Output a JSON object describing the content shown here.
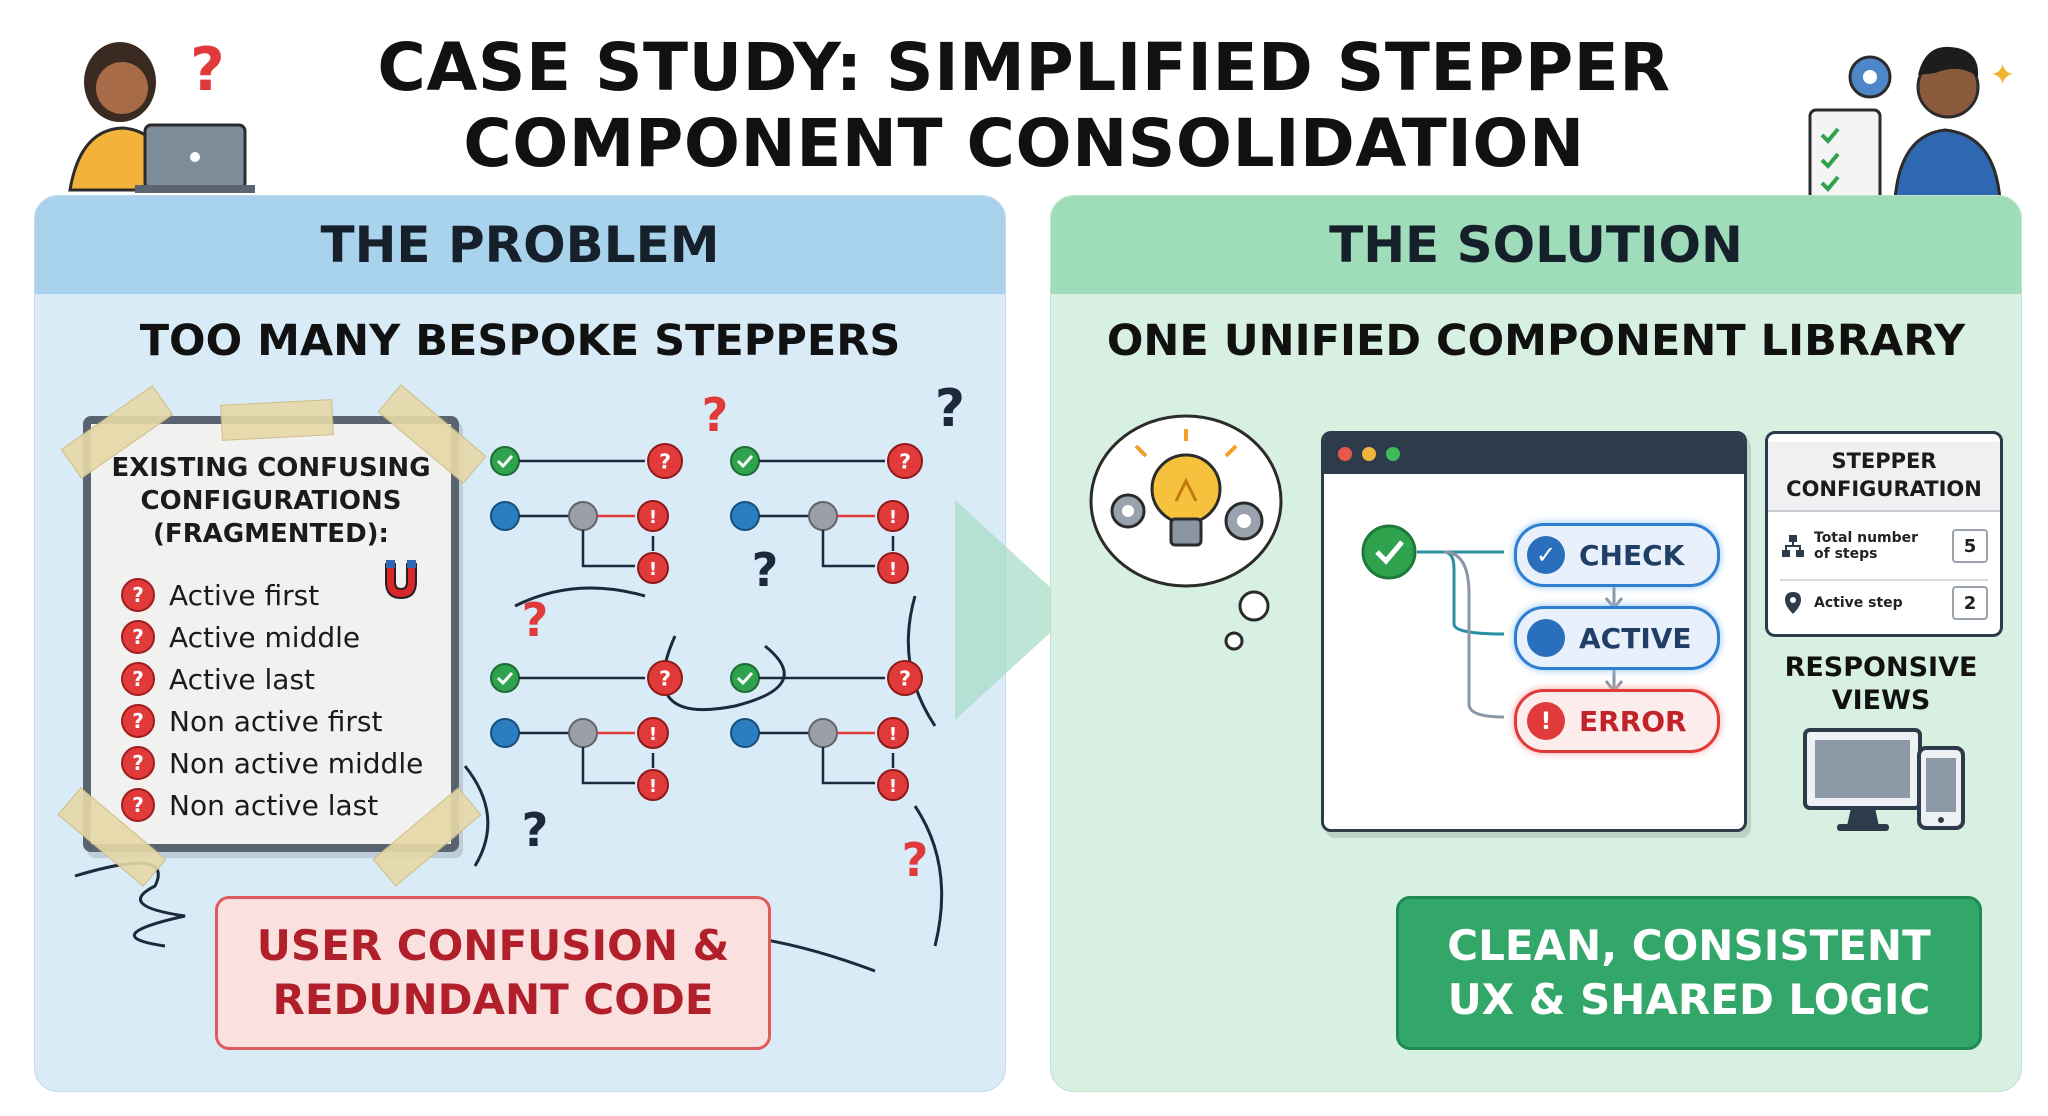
{
  "title": {
    "line1": "CASE STUDY: SIMPLIFIED STEPPER",
    "line2": "COMPONENT CONSOLIDATION"
  },
  "problem": {
    "header": "THE PROBLEM",
    "subtitle": "TOO MANY BESPOKE STEPPERS",
    "note_title_lines": [
      "EXISTING CONFUSING",
      "CONFIGURATIONS",
      "(FRAGMENTED):"
    ],
    "config_items": [
      "Active first",
      "Active middle",
      "Active last",
      "Non active first",
      "Non active middle",
      "Non active last"
    ],
    "callout_lines": [
      "USER CONFUSION &",
      "REDUNDANT CODE"
    ],
    "question_glyph": "?",
    "alert_glyph": "!",
    "colors": {
      "error": "#e03a3a",
      "step_blue": "#2b7fc1",
      "step_gray": "#9aa0a6",
      "check_green": "#2fa24e"
    }
  },
  "solution": {
    "header": "THE SOLUTION",
    "subtitle": "ONE UNIFIED COMPONENT LIBRARY",
    "steps": [
      {
        "label": "CHECK",
        "icon": "check-icon",
        "color": "#1f6fb5"
      },
      {
        "label": "ACTIVE",
        "icon": "active-dot-icon",
        "color": "#1f6fb5"
      },
      {
        "label": "ERROR",
        "icon": "error-icon",
        "color": "#d8262a"
      }
    ],
    "config": {
      "title_lines": [
        "STEPPER",
        "CONFIGURATION"
      ],
      "total_label_lines": [
        "Total number",
        "of steps"
      ],
      "total_value": "5",
      "active_label": "Active step",
      "active_value": "2"
    },
    "responsive_lines": [
      "RESPONSIVE",
      "VIEWS"
    ],
    "callout_lines": [
      "CLEAN, CONSISTENT",
      "UX & SHARED LOGIC"
    ],
    "colors": {
      "accent": "#33a769",
      "check_green": "#2fa24e"
    }
  }
}
